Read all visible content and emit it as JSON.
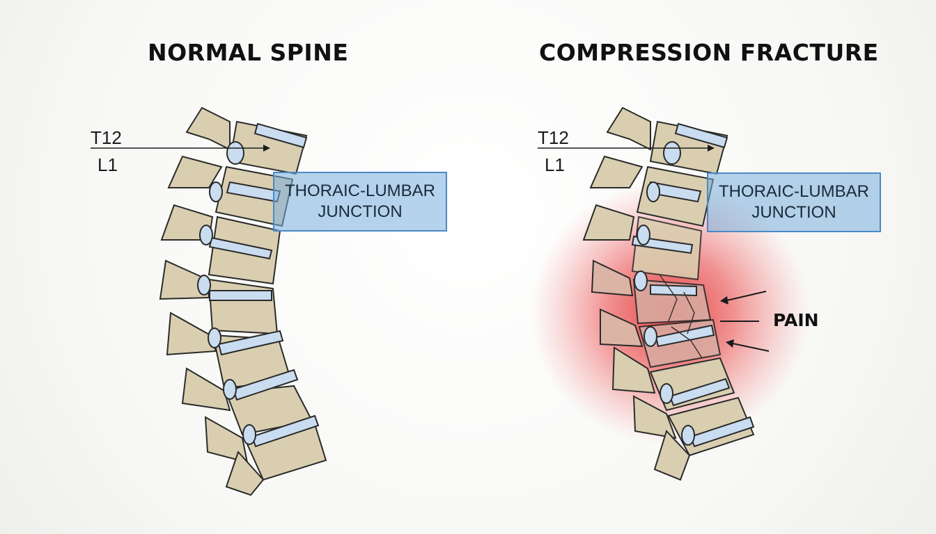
{
  "panels": [
    {
      "title": "NORMAL SPINE",
      "vertebra_upper_label": "T12",
      "vertebra_lower_label": "L1",
      "region_label_line1": "THORAIC-LUMBAR",
      "region_label_line2": "JUNCTION"
    },
    {
      "title": "COMPRESSION FRACTURE",
      "vertebra_upper_label": "T12",
      "vertebra_lower_label": "L1",
      "region_label_line1": "THORAIC-LUMBAR",
      "region_label_line2": "JUNCTION",
      "pain_label": "PAIN"
    }
  ],
  "colors": {
    "bone": "#d9cfb0",
    "bone_outline": "#2a2a2a",
    "disc": "#c9dcf0",
    "region_box": "#78afdc",
    "pain_glow": "#e02020"
  }
}
